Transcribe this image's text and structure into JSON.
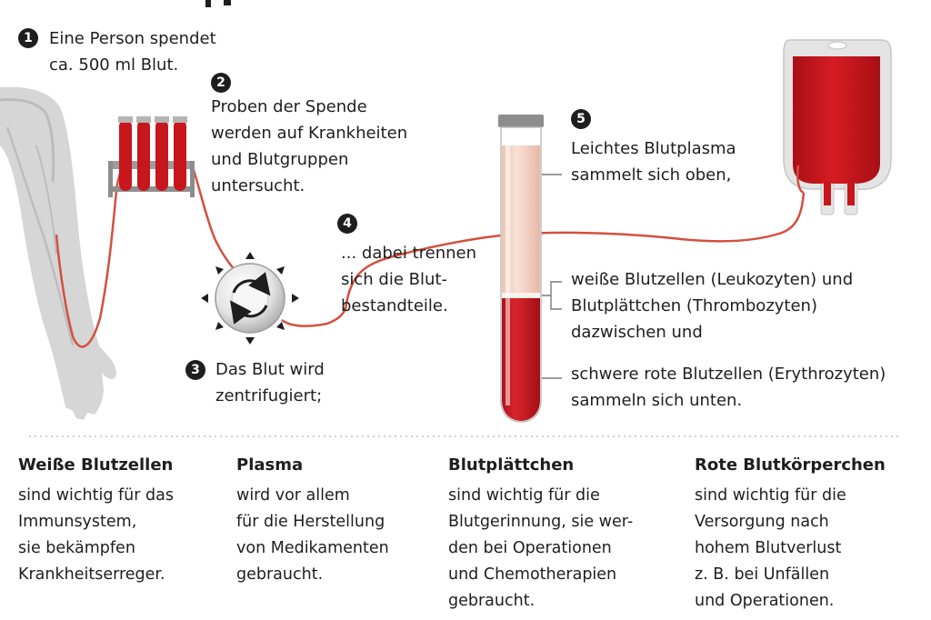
{
  "header": {
    "title_fragment": "p"
  },
  "steps": [
    {
      "number": "1",
      "text": "Eine Person spendet\nca. 500 ml Blut."
    },
    {
      "number": "2",
      "text": "Proben der Spende\nwerden auf Krankheiten\nund Blutgruppen\nuntersucht."
    },
    {
      "number": "3",
      "text": "Das Blut wird\nzentrifugiert;"
    },
    {
      "number": "4",
      "text": "... dabei trennen\nsich die Blut-\nbestandteile."
    },
    {
      "number": "5",
      "text": "Leichtes Blutplasma\nsammelt sich oben,"
    }
  ],
  "tube_labels": {
    "middle": "weiße Blutzellen (Leukozyten) und\nBlutplättchen (Thrombozyten)\ndazwischen und",
    "bottom": "schwere rote Blutzellen (Erythrozyten)\nsammeln sich unten."
  },
  "columns": [
    {
      "title": "Weiße Blutzellen",
      "body": "sind wichtig für das\nImmunsystem,\nsie bekämpfen\nKrankheitserreger."
    },
    {
      "title": "Plasma",
      "body": "wird vor allem\nfür die Herstellung\nvon Medikamenten\ngebraucht."
    },
    {
      "title": "Blutplättchen",
      "body": "sind wichtig für die\nBlutgerinnung, sie wer-\nden bei Operationen\nund Chemotherapien\ngebraucht."
    },
    {
      "title": "Rote Blutkörperchen",
      "body": "sind wichtig für die\nVersorgung nach\nhohem Blutverlust\nz. B. bei Unfällen\nund Operationen."
    }
  ],
  "colors": {
    "blood": "#c8161d",
    "plasma": "#f2d2c4",
    "tube_line": "#d4503e",
    "text": "#1e1e1e",
    "arm": "#d3d3d3"
  }
}
